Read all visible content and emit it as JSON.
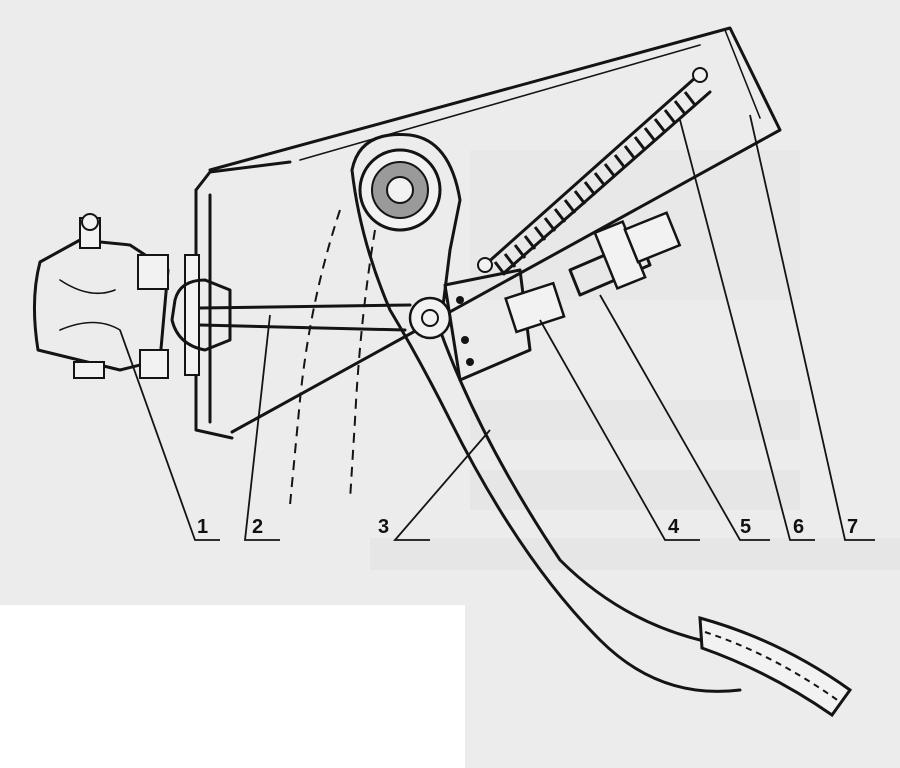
{
  "callouts": [
    {
      "id": "1",
      "label": "1"
    },
    {
      "id": "2",
      "label": "2"
    },
    {
      "id": "3",
      "label": "3"
    },
    {
      "id": "4",
      "label": "4"
    },
    {
      "id": "5",
      "label": "5"
    },
    {
      "id": "6",
      "label": "6"
    },
    {
      "id": "7",
      "label": "7"
    }
  ],
  "colors": {
    "paper": "#ffffff",
    "scan_background": "#ececec",
    "ink": "#141414",
    "part_fill": "#f2f2f2"
  }
}
